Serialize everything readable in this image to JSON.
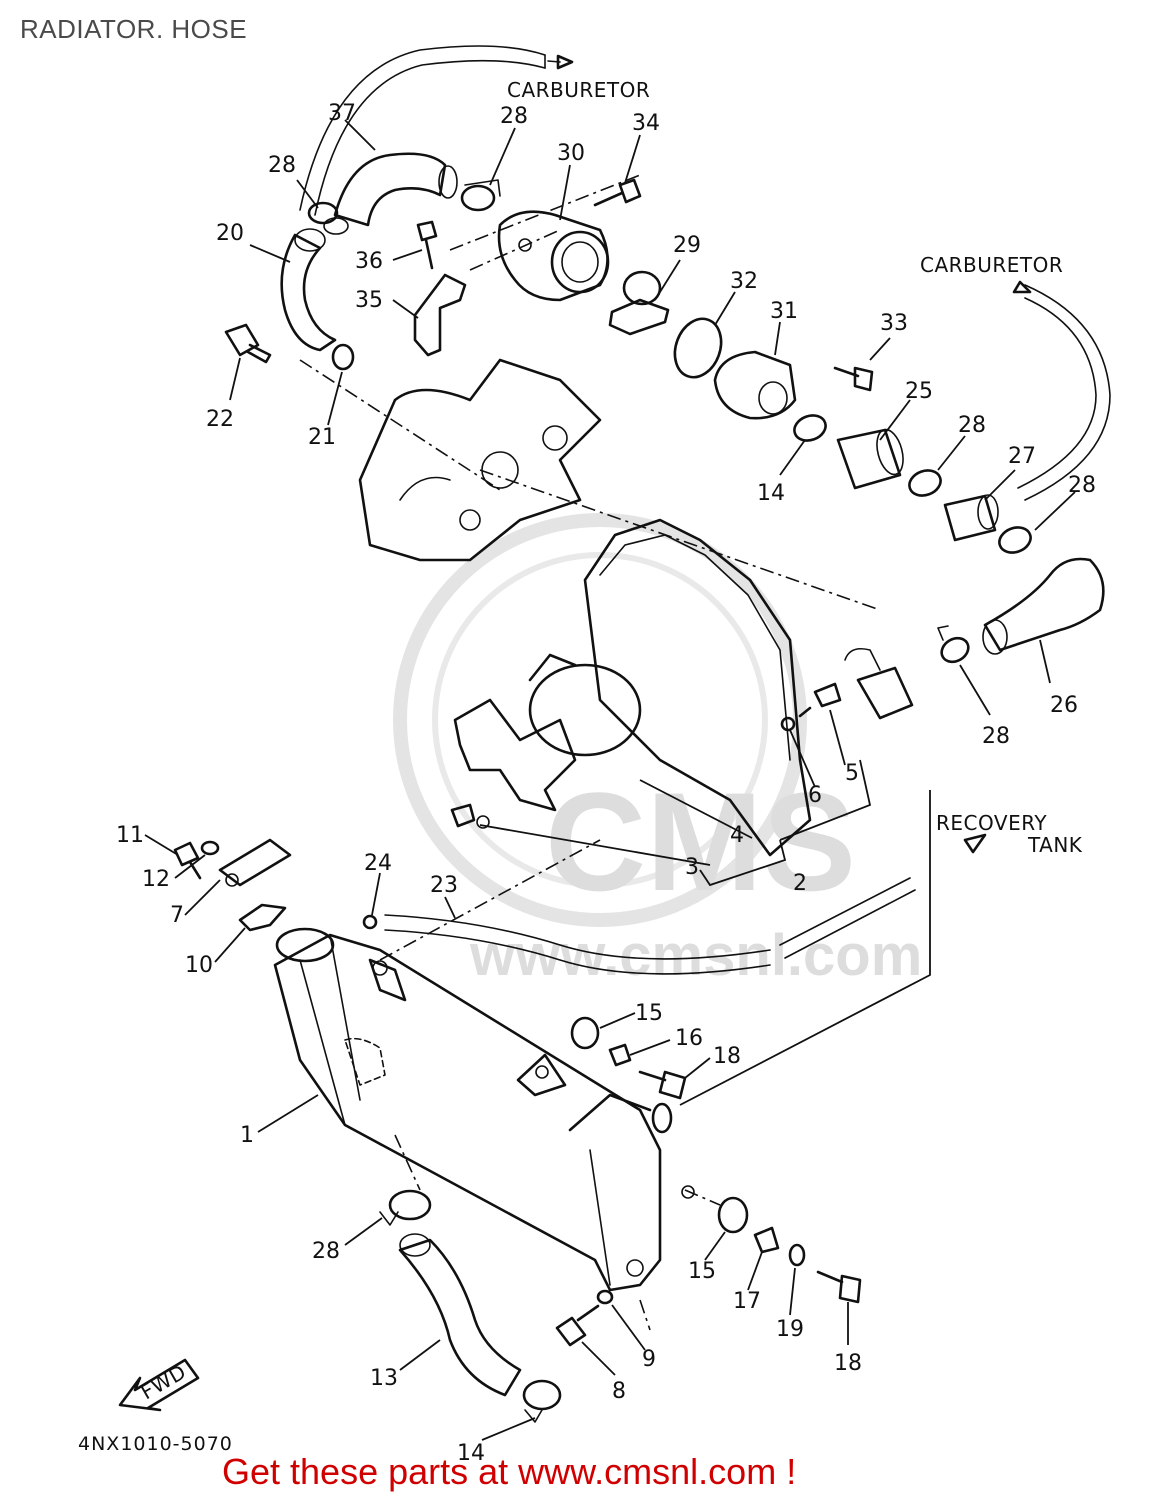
{
  "title": "RADIATOR. HOSE",
  "diagram_code": "4NX1010-5070",
  "promo_text": "Get these parts at www.cmsnl.com !",
  "watermark": {
    "logo": "CMS",
    "site": "www.cmsnl.com"
  },
  "annotations": {
    "carburetor_top": "CARBURETOR",
    "carburetor_right": "CARBURETOR",
    "recovery_tank_line1": "RECOVERY",
    "recovery_tank_line2": "TANK",
    "fwd": "FWD"
  },
  "callouts": [
    {
      "id": "c37",
      "label": "37"
    },
    {
      "id": "c28a",
      "label": "28"
    },
    {
      "id": "c28b",
      "label": "28"
    },
    {
      "id": "c34",
      "label": "34"
    },
    {
      "id": "c30",
      "label": "30"
    },
    {
      "id": "c20",
      "label": "20"
    },
    {
      "id": "c36",
      "label": "36"
    },
    {
      "id": "c35",
      "label": "35"
    },
    {
      "id": "c29",
      "label": "29"
    },
    {
      "id": "c32",
      "label": "32"
    },
    {
      "id": "c31",
      "label": "31"
    },
    {
      "id": "c33",
      "label": "33"
    },
    {
      "id": "c22",
      "label": "22"
    },
    {
      "id": "c21",
      "label": "21"
    },
    {
      "id": "c25",
      "label": "25"
    },
    {
      "id": "c28c",
      "label": "28"
    },
    {
      "id": "c27",
      "label": "27"
    },
    {
      "id": "c28d",
      "label": "28"
    },
    {
      "id": "c14a",
      "label": "14"
    },
    {
      "id": "c26",
      "label": "26"
    },
    {
      "id": "c28e",
      "label": "28"
    },
    {
      "id": "c5",
      "label": "5"
    },
    {
      "id": "c6",
      "label": "6"
    },
    {
      "id": "c4",
      "label": "4"
    },
    {
      "id": "c3",
      "label": "3"
    },
    {
      "id": "c2",
      "label": "2"
    },
    {
      "id": "c11",
      "label": "11"
    },
    {
      "id": "c12",
      "label": "12"
    },
    {
      "id": "c7",
      "label": "7"
    },
    {
      "id": "c24",
      "label": "24"
    },
    {
      "id": "c23",
      "label": "23"
    },
    {
      "id": "c10",
      "label": "10"
    },
    {
      "id": "c15a",
      "label": "15"
    },
    {
      "id": "c16",
      "label": "16"
    },
    {
      "id": "c18a",
      "label": "18"
    },
    {
      "id": "c1",
      "label": "1"
    },
    {
      "id": "c28f",
      "label": "28"
    },
    {
      "id": "c15b",
      "label": "15"
    },
    {
      "id": "c17",
      "label": "17"
    },
    {
      "id": "c19",
      "label": "19"
    },
    {
      "id": "c18b",
      "label": "18"
    },
    {
      "id": "c9",
      "label": "9"
    },
    {
      "id": "c13",
      "label": "13"
    },
    {
      "id": "c8",
      "label": "8"
    },
    {
      "id": "c14b",
      "label": "14"
    }
  ]
}
